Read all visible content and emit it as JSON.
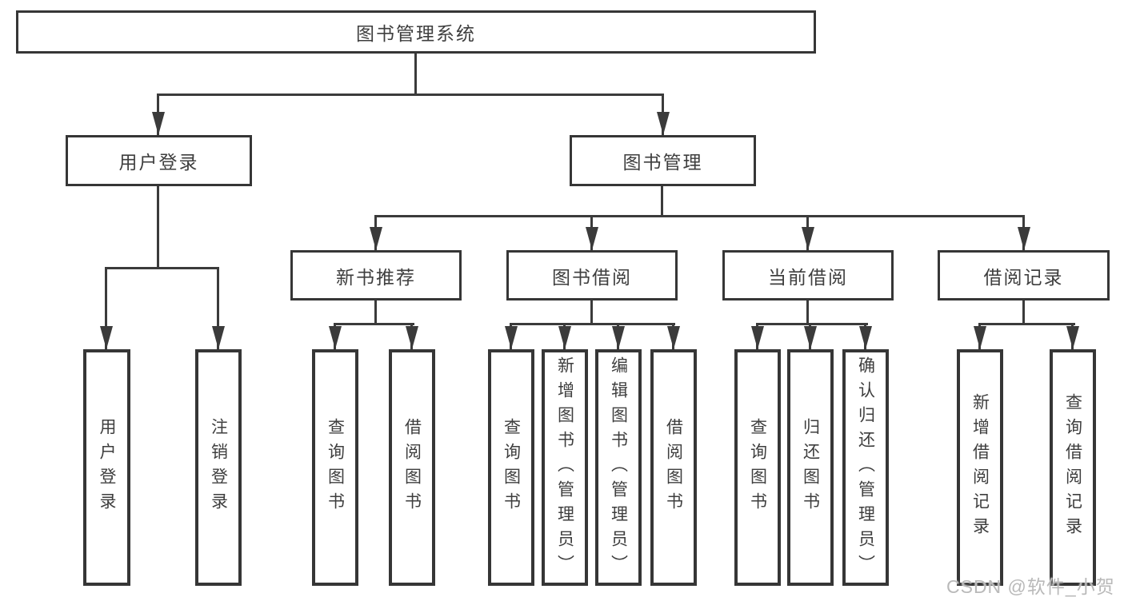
{
  "colors": {
    "line": "#3b3b3b",
    "box_border": "#363636",
    "box_text": "#3e3e3e",
    "watermark": "#b9b9b9",
    "background": "#ffffff"
  },
  "watermark": {
    "text": "CSDN @软件_小贺同学"
  },
  "diagram": {
    "type": "hierarchy-tree",
    "root": {
      "label": "图书管理系统",
      "children": [
        {
          "label": "用户登录",
          "children": [
            {
              "label": "用户登录"
            },
            {
              "label": "注销登录"
            }
          ]
        },
        {
          "label": "图书管理",
          "children": [
            {
              "label": "新书推荐",
              "children": [
                {
                  "label": "查询图书"
                },
                {
                  "label": "借阅图书"
                }
              ]
            },
            {
              "label": "图书借阅",
              "children": [
                {
                  "label": "查询图书"
                },
                {
                  "label": "新增图书（管理员）"
                },
                {
                  "label": "编辑图书（管理员）"
                },
                {
                  "label": "借阅图书"
                }
              ]
            },
            {
              "label": "当前借阅",
              "children": [
                {
                  "label": "查询图书"
                },
                {
                  "label": "归还图书"
                },
                {
                  "label": "确认归还（管理员）"
                }
              ]
            },
            {
              "label": "借阅记录",
              "children": [
                {
                  "label": "新增借阅记录"
                },
                {
                  "label": "查询借阅记录"
                }
              ]
            }
          ]
        }
      ]
    }
  }
}
